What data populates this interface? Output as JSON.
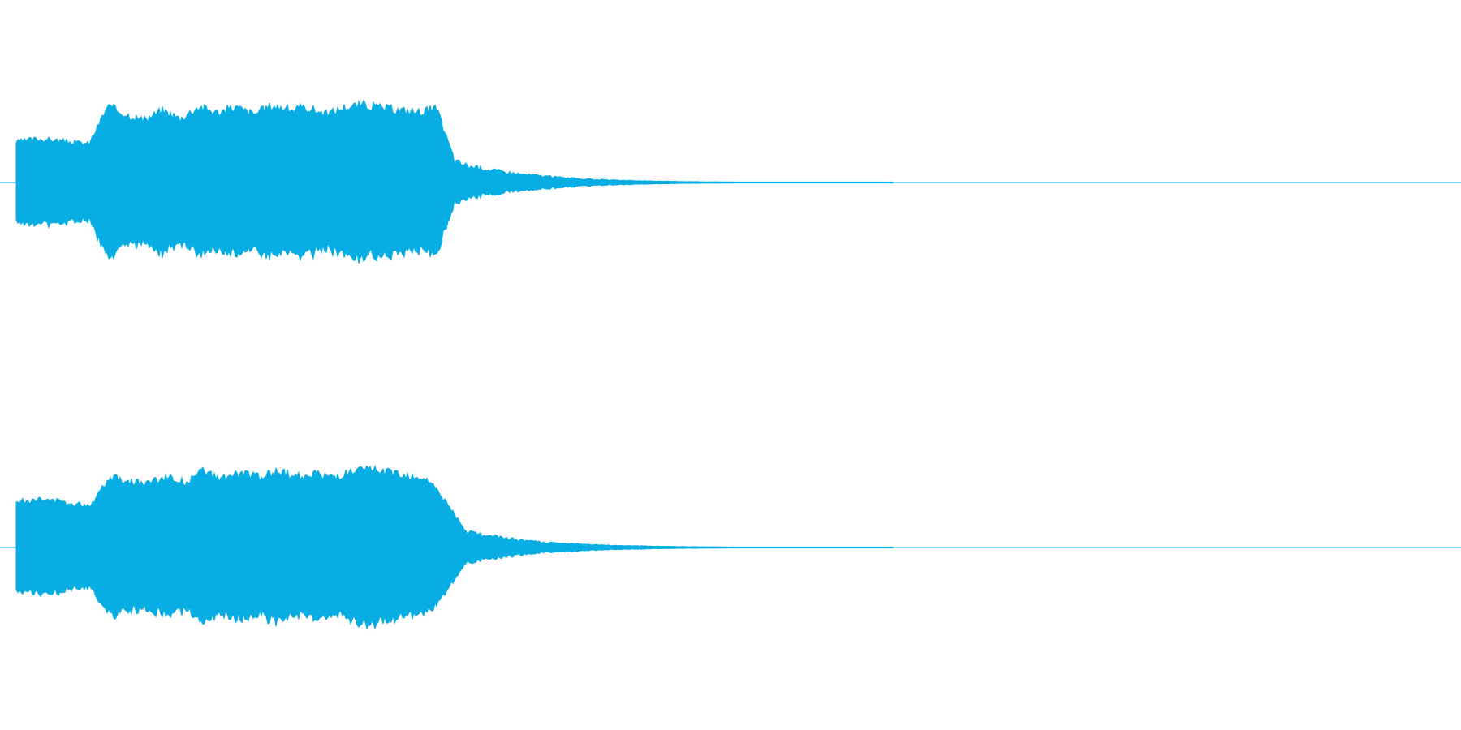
{
  "waveform": {
    "channel_count": 2,
    "colors": {
      "background": "#ffffff",
      "wave": "#08aee3",
      "baseline": "#08aee3"
    },
    "channels": [
      {
        "name": "",
        "envelope": [
          0.52,
          0.56,
          0.55,
          0.52,
          0.5,
          0.98,
          0.88,
          0.8,
          0.93,
          0.82,
          0.98,
          0.9,
          0.97,
          0.88,
          0.99,
          0.94,
          0.96,
          0.88,
          0.97,
          1.0,
          0.96,
          0.93,
          0.91,
          0.95,
          0.3,
          0.22,
          0.18,
          0.14,
          0.11,
          0.09,
          0.07,
          0.05,
          0.04,
          0.03,
          0.025,
          0.02,
          0.015,
          0.012,
          0.01,
          0.008,
          0.006,
          0.005,
          0.004,
          0.003,
          0.002,
          0.002,
          0.0015,
          0.001,
          0.001
        ]
      },
      {
        "name": "",
        "envelope": [
          0.58,
          0.62,
          0.6,
          0.56,
          0.55,
          0.92,
          0.86,
          0.82,
          0.9,
          0.84,
          0.97,
          0.88,
          0.95,
          0.9,
          0.98,
          0.92,
          0.95,
          0.9,
          0.96,
          1.0,
          0.97,
          0.92,
          0.88,
          0.6,
          0.24,
          0.18,
          0.14,
          0.11,
          0.08,
          0.06,
          0.05,
          0.04,
          0.03,
          0.025,
          0.02,
          0.015,
          0.012,
          0.01,
          0.008,
          0.006,
          0.005,
          0.004,
          0.003,
          0.002,
          0.002,
          0.0015,
          0.001,
          0.001
        ]
      }
    ]
  }
}
